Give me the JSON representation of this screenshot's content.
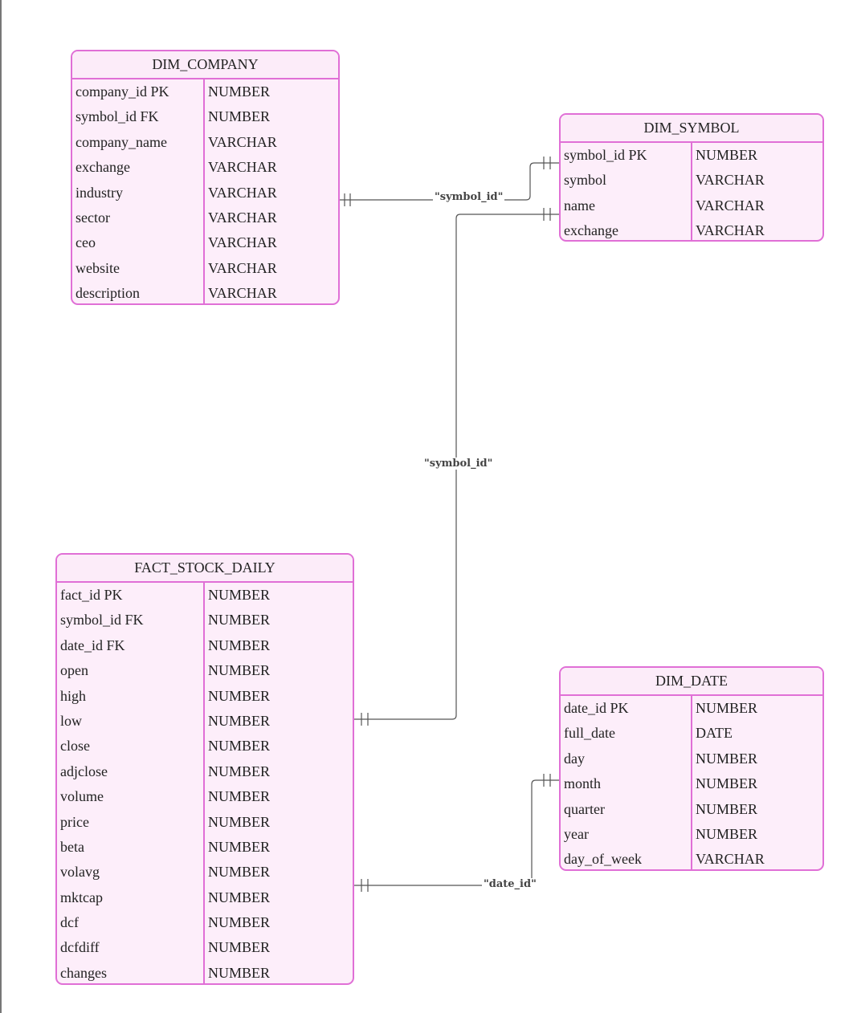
{
  "entities": {
    "dim_company": {
      "title": "DIM_COMPANY",
      "columns": [
        {
          "name": "company_id PK",
          "type": "NUMBER"
        },
        {
          "name": "symbol_id FK",
          "type": "NUMBER"
        },
        {
          "name": "company_name",
          "type": "VARCHAR"
        },
        {
          "name": "exchange",
          "type": "VARCHAR"
        },
        {
          "name": "industry",
          "type": "VARCHAR"
        },
        {
          "name": "sector",
          "type": "VARCHAR"
        },
        {
          "name": "ceo",
          "type": "VARCHAR"
        },
        {
          "name": "website",
          "type": "VARCHAR"
        },
        {
          "name": "description",
          "type": "VARCHAR"
        }
      ]
    },
    "dim_symbol": {
      "title": "DIM_SYMBOL",
      "columns": [
        {
          "name": "symbol_id PK",
          "type": "NUMBER"
        },
        {
          "name": "symbol",
          "type": "VARCHAR"
        },
        {
          "name": "name",
          "type": "VARCHAR"
        },
        {
          "name": "exchange",
          "type": "VARCHAR"
        }
      ]
    },
    "fact_stock_daily": {
      "title": "FACT_STOCK_DAILY",
      "columns": [
        {
          "name": "fact_id PK",
          "type": "NUMBER"
        },
        {
          "name": "symbol_id FK",
          "type": "NUMBER"
        },
        {
          "name": "date_id FK",
          "type": "NUMBER"
        },
        {
          "name": "open",
          "type": "NUMBER"
        },
        {
          "name": "high",
          "type": "NUMBER"
        },
        {
          "name": "low",
          "type": "NUMBER"
        },
        {
          "name": "close",
          "type": "NUMBER"
        },
        {
          "name": "adjclose",
          "type": "NUMBER"
        },
        {
          "name": "volume",
          "type": "NUMBER"
        },
        {
          "name": "price",
          "type": "NUMBER"
        },
        {
          "name": "beta",
          "type": "NUMBER"
        },
        {
          "name": "volavg",
          "type": "NUMBER"
        },
        {
          "name": "mktcap",
          "type": "NUMBER"
        },
        {
          "name": "dcf",
          "type": "NUMBER"
        },
        {
          "name": "dcfdiff",
          "type": "NUMBER"
        },
        {
          "name": "changes",
          "type": "NUMBER"
        }
      ]
    },
    "dim_date": {
      "title": "DIM_DATE",
      "columns": [
        {
          "name": "date_id PK",
          "type": "NUMBER"
        },
        {
          "name": "full_date",
          "type": "DATE"
        },
        {
          "name": "day",
          "type": "NUMBER"
        },
        {
          "name": "month",
          "type": "NUMBER"
        },
        {
          "name": "quarter",
          "type": "NUMBER"
        },
        {
          "name": "year",
          "type": "NUMBER"
        },
        {
          "name": "day_of_week",
          "type": "VARCHAR"
        }
      ]
    }
  },
  "relationships": {
    "company_symbol": {
      "label": "\"symbol_id\"",
      "from": "DIM_COMPANY",
      "to": "DIM_SYMBOL"
    },
    "fact_symbol": {
      "label": "\"symbol_id\"",
      "from": "FACT_STOCK_DAILY",
      "to": "DIM_SYMBOL"
    },
    "fact_date": {
      "label": "\"date_id\"",
      "from": "FACT_STOCK_DAILY",
      "to": "DIM_DATE"
    }
  },
  "colors": {
    "entity_border": "#e06fd6",
    "entity_fill": "#fdeefa",
    "connector": "#555555"
  }
}
